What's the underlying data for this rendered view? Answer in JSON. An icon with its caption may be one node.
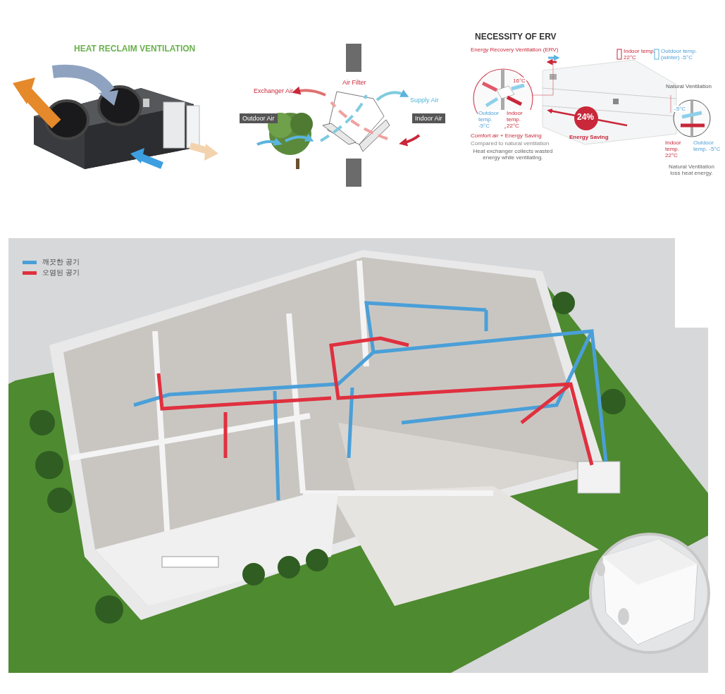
{
  "diagram": {
    "labels": [
      "HEAT RECLAIM VENTILATION",
      "Air Filter",
      "Exchanger Air",
      "Supply Air",
      "Outdoor Air",
      "Indoor Air",
      "NECESSITY OF ERV",
      "Energy Recovery Ventilation (ERV)",
      "Indoor temp. 22°C",
      "Outdoor temp.(winter) -5°C",
      "16°C",
      "Natural Ventilation",
      "-5°C",
      "Outdoor temp. -5°C",
      "Indoor temp. 22°C",
      "24%",
      "Indoor temp. 22°C",
      "Outdoor temp. -5°C",
      "Comfort air + Energy Saving",
      "Energy Saving",
      "Compared to natural ventilation",
      "Heat exchanger collects wasted energy while ventilating.",
      "Natural Ventilation loss heat energy."
    ],
    "legend": [
      {
        "text": "깨끗한 공기",
        "color": "#4a9fd8"
      },
      {
        "text": "오염된 공기",
        "color": "#e0303f"
      }
    ]
  }
}
